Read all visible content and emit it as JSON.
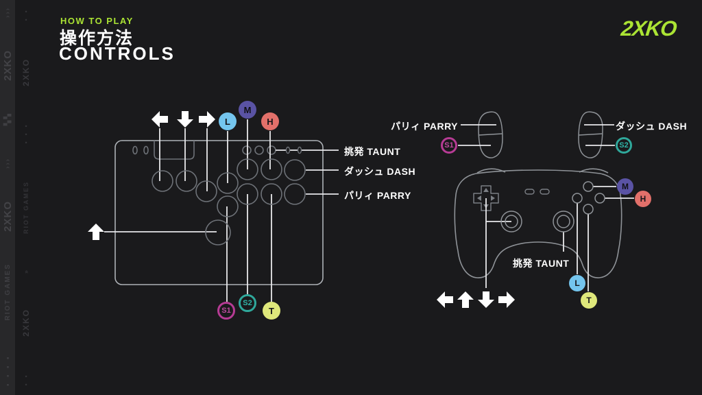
{
  "header": {
    "kicker": "HOW TO PLAY",
    "title_jp": "操作方法",
    "title_en": "CONTROLS"
  },
  "logo": "2XKO",
  "sidebar": {
    "band_a": [
      "›››",
      "2XKO",
      "▚▚",
      "›››",
      "2XKO",
      "RIOT GAMES",
      "▪▪▪▪"
    ],
    "band_b": [
      "▪▪",
      "2XKO",
      "▪▪▪",
      "RIOT GAMES",
      "»",
      "2XKO",
      "▪▪"
    ]
  },
  "badges": {
    "L": "L",
    "M": "M",
    "H": "H",
    "S1": "S1",
    "S2": "S2",
    "T": "T"
  },
  "labels": {
    "taunt": "挑発 TAUNT",
    "dash": "ダッシュ DASH",
    "parry": "パリィ PARRY"
  },
  "colors": {
    "background": "#1a1a1c",
    "accent": "#abe434",
    "light": "#74c5ee",
    "medium": "#5a53a4",
    "heavy": "#e2706a",
    "special1": "#b63b94",
    "special2": "#2fa89b",
    "taunt_badge": "#dfe87b",
    "line": "#e9e9eb",
    "outline": "#aeb2b7"
  }
}
